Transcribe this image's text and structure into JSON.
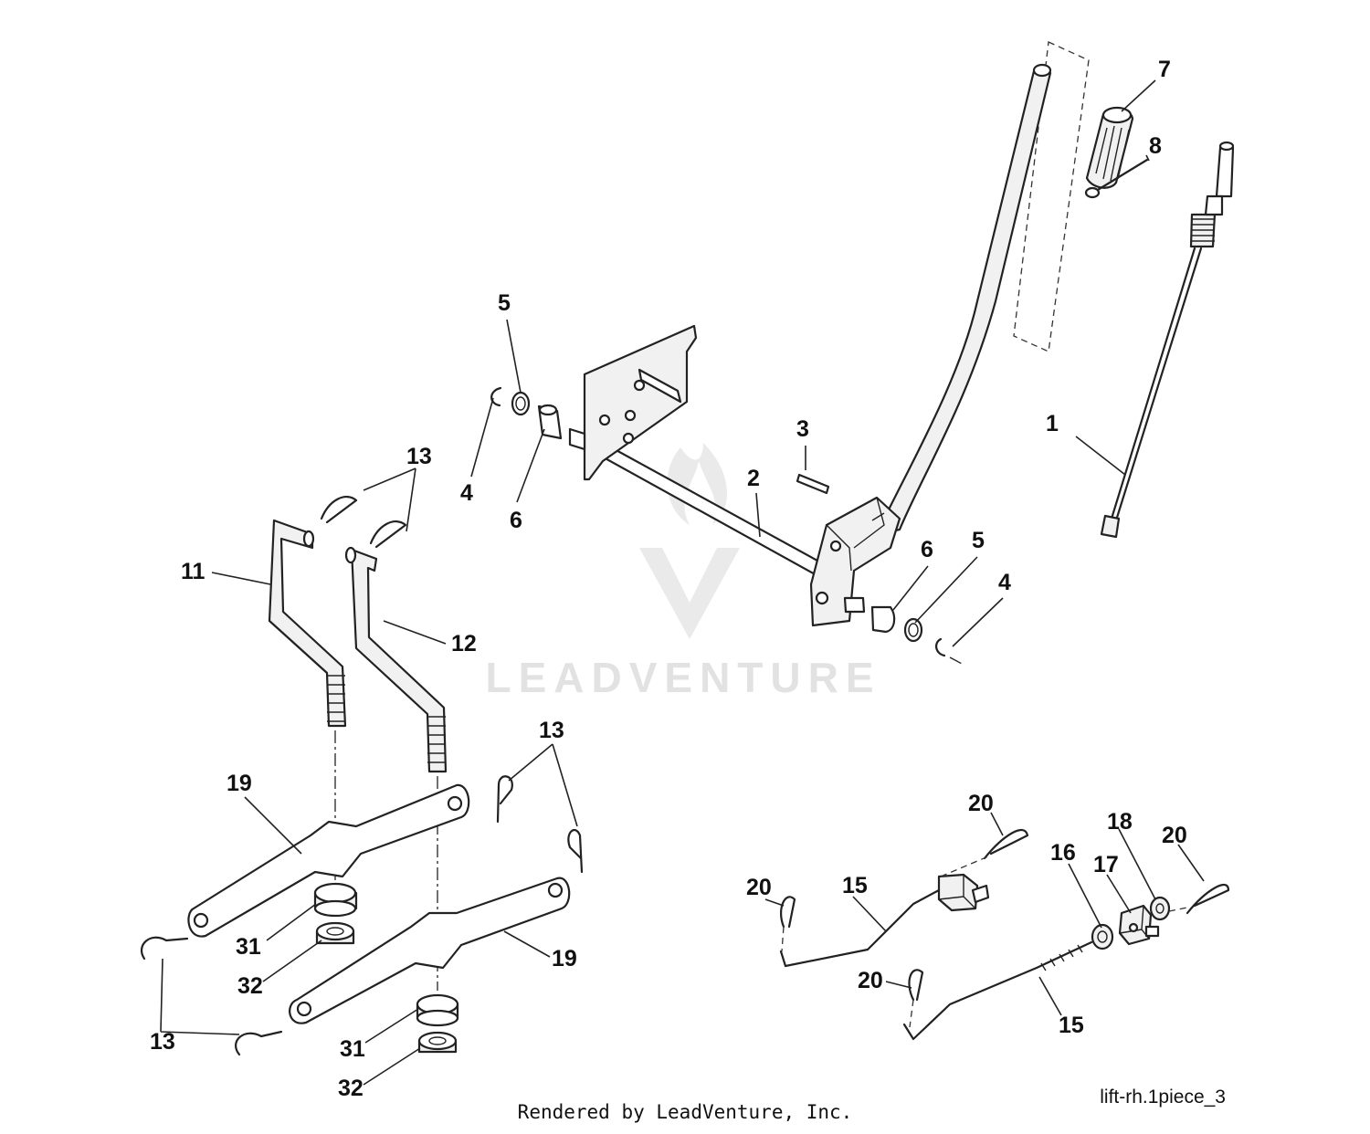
{
  "watermark": {
    "text": "LEADVENTURE"
  },
  "footer": {
    "credit": "Rendered by LeadVenture, Inc.",
    "code": "lift-rh.1piece_3"
  },
  "callouts": {
    "c1": "1",
    "c2": "2",
    "c3": "3",
    "c4a": "4",
    "c4b": "4",
    "c5a": "5",
    "c5b": "5",
    "c6a": "6",
    "c6b": "6",
    "c7": "7",
    "c8": "8",
    "c11": "11",
    "c12": "12",
    "c13a": "13",
    "c13b": "13",
    "c13c": "13",
    "c15a": "15",
    "c15b": "15",
    "c16": "16",
    "c17": "17",
    "c18": "18",
    "c19a": "19",
    "c19b": "19",
    "c20a": "20",
    "c20b": "20",
    "c20c": "20",
    "c20d": "20",
    "c31a": "31",
    "c31b": "31",
    "c32a": "32",
    "c32b": "32"
  }
}
